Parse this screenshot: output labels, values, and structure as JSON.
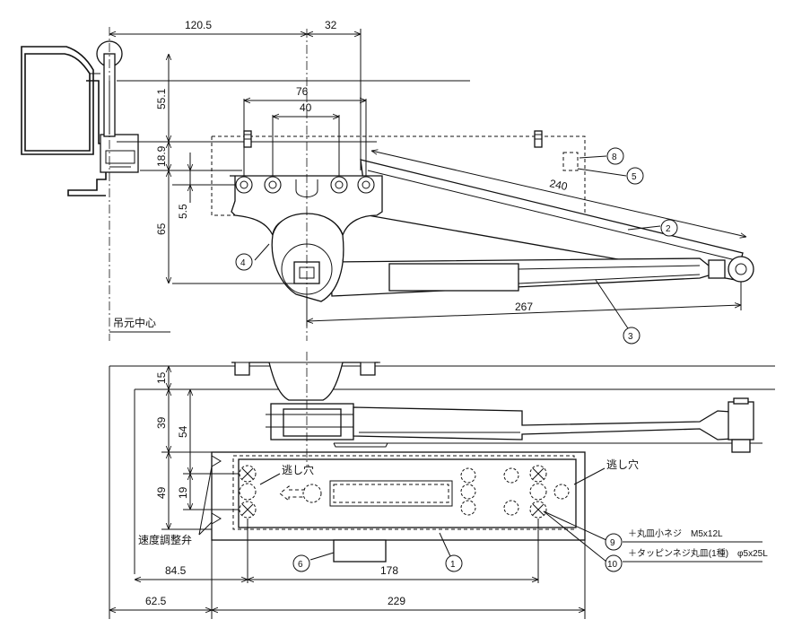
{
  "dimensions": {
    "d120_5": "120.5",
    "d32": "32",
    "d76": "76",
    "d40": "40",
    "d55_1": "55.1",
    "d18_9": "18.9",
    "d5_5": "5.5",
    "d65": "65",
    "d240": "240",
    "d267": "267",
    "d15": "15",
    "d39": "39",
    "d54": "54",
    "d49": "49",
    "d19": "19",
    "d84_5": "84.5",
    "d178": "178",
    "d62_5": "62.5",
    "d229": "229"
  },
  "labels": {
    "pivot_center": "吊元中心",
    "clearance_hole_left": "逃し穴",
    "clearance_hole_right": "逃し穴",
    "speed_valve": "速度調整弁",
    "note_9": "＋丸皿小ネジ　M5x12L",
    "note_10": "＋タッピンネジ丸皿(1種)　φ5x25L"
  },
  "balloons": {
    "b1": "1",
    "b2": "2",
    "b3": "3",
    "b4": "4",
    "b5": "5",
    "b6": "6",
    "b8": "8",
    "b9": "9",
    "b10": "10"
  }
}
